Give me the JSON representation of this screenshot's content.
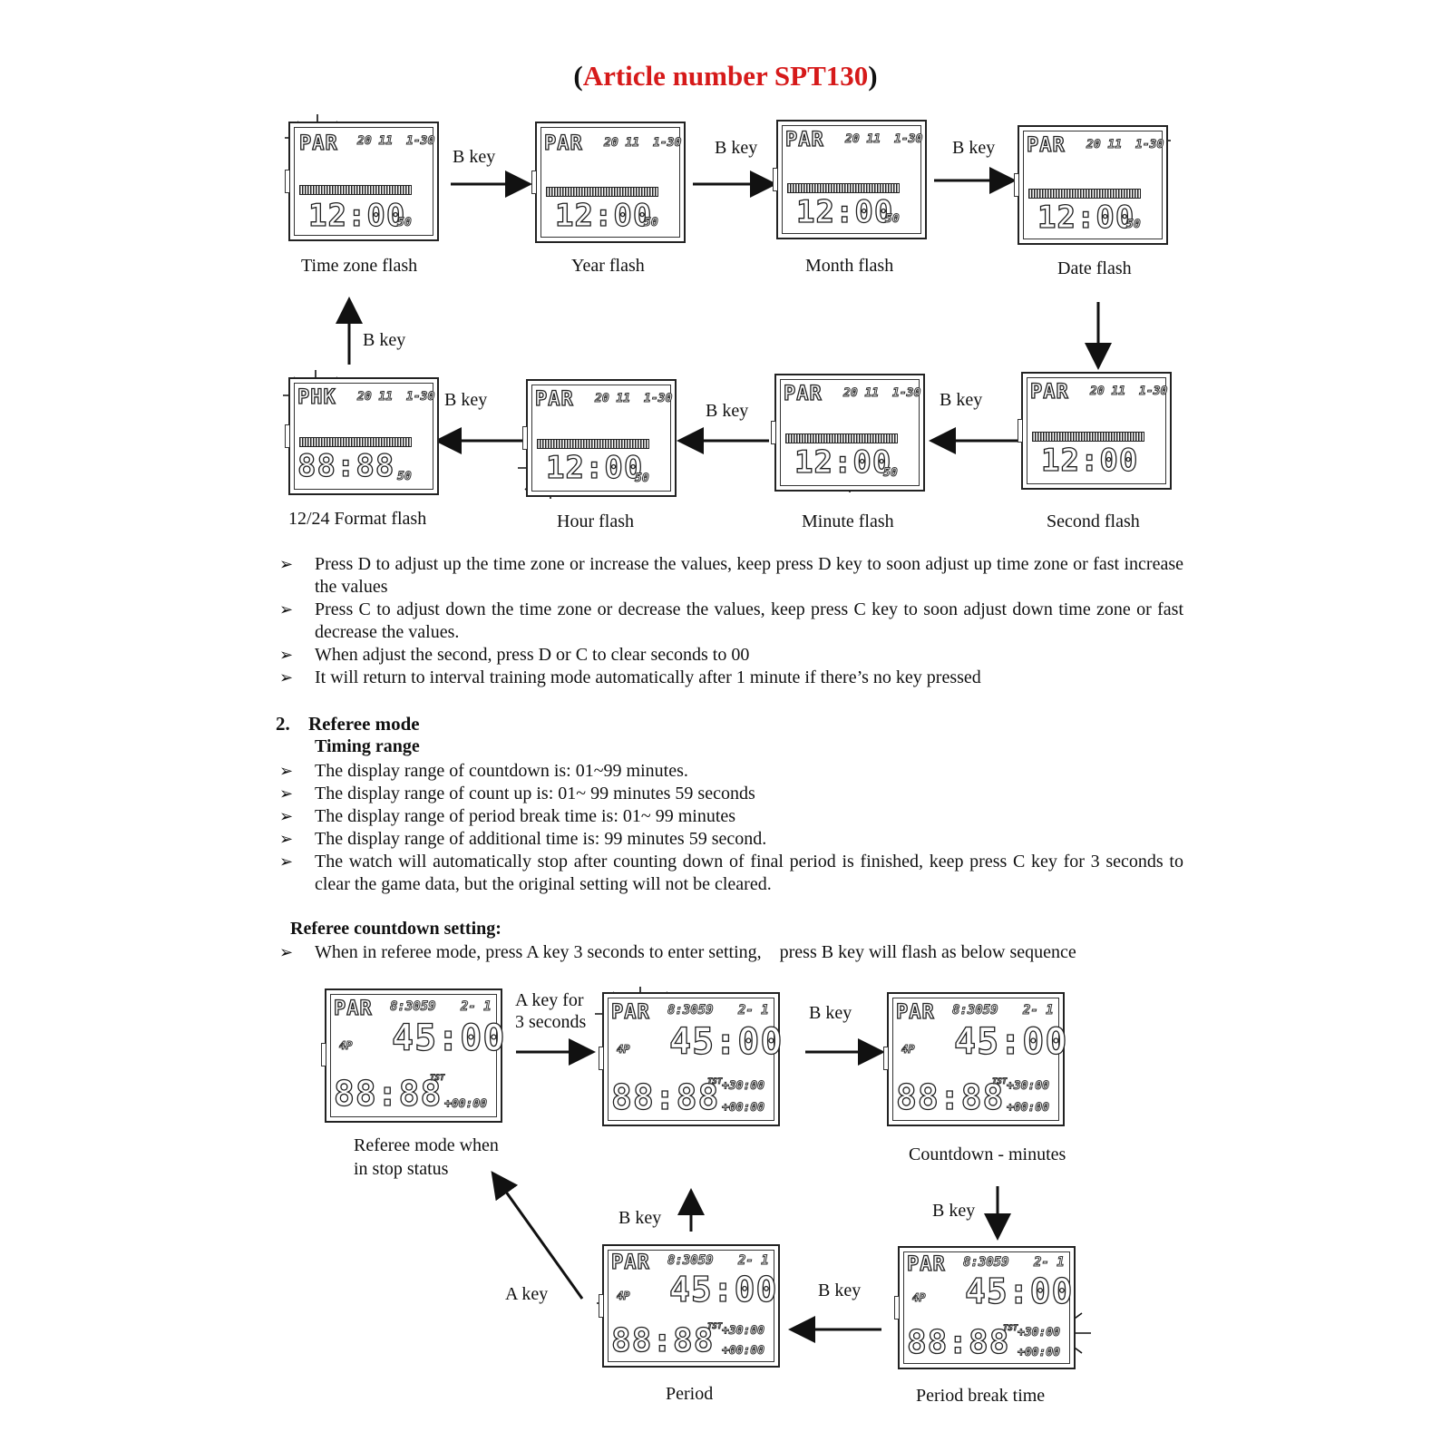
{
  "title": {
    "open": "(",
    "article": "Article number SPT130",
    "close": ")"
  },
  "lcd_text": {
    "zone": "PAR",
    "zone_alt": "PHK",
    "year": "20 11",
    "date": "1-30",
    "time": "12:00",
    "time_blank": "88:88",
    "seconds": "50",
    "clock_small": "8:3059",
    "period_small": "2- 1",
    "period_icon": "4P",
    "countdown": "45:00",
    "elapsed": "88:88",
    "tst": "TST",
    "plus_30": "+30:00",
    "plus_00": "+00:00"
  },
  "time_setting": {
    "key_label": "B key",
    "screens": [
      {
        "id": "time-zone",
        "caption": "Time zone flash"
      },
      {
        "id": "year",
        "caption": "Year flash"
      },
      {
        "id": "month",
        "caption": "Month flash"
      },
      {
        "id": "date",
        "caption": "Date flash"
      },
      {
        "id": "second",
        "caption": "Second flash"
      },
      {
        "id": "minute",
        "caption": "Minute flash"
      },
      {
        "id": "hour",
        "caption": "Hour flash"
      },
      {
        "id": "format",
        "caption": "12/24 Format flash"
      }
    ]
  },
  "bullet_glyph": "➢",
  "instructions": [
    "Press D to adjust up the time zone or increase the values, keep press D key to soon adjust up time zone or fast increase the values",
    "Press C to adjust down the time zone or decrease the values, keep press C key to soon adjust down time zone or fast decrease the values.",
    "When adjust the second, press D or C to clear seconds to 00",
    "It will return to interval training mode automatically after 1 minute if there’s no key pressed"
  ],
  "referee": {
    "heading_num": "2.",
    "heading": "Referee mode",
    "subheading": "Timing range",
    "ranges": [
      "The display range of countdown is: 01~99 minutes.",
      "The display range of count up is: 01~ 99 minutes 59 seconds",
      "The display range of period break time is: 01~ 99 minutes",
      "The display range of additional time is: 99 minutes 59 second.",
      "The watch will automatically stop after counting down of final period is finished, keep press C key for 3 seconds to clear the game data, but the original setting will not be cleared."
    ],
    "countdown_heading": "Referee countdown setting:",
    "countdown_bullet": "When in referee mode, press A key 3 seconds to enter setting,    press B key will flash as below sequence",
    "a_key_3s_line1": "A  key  for",
    "a_key_3s_line2": "3 seconds",
    "b_key": "B key",
    "a_key": "A key",
    "captions": {
      "stop_line1": "Referee mode when",
      "stop_line2": "in stop status",
      "countdown_minutes": "Countdown - minutes",
      "period": "Period",
      "period_break": "Period break time"
    }
  }
}
